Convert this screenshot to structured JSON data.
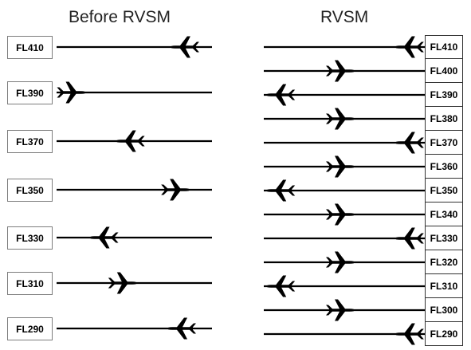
{
  "left_title": "Before RVSM",
  "right_title": "RVSM",
  "left_levels": [
    {
      "label": "FL410",
      "dir": "left",
      "pos": 0.82
    },
    {
      "label": "FL390",
      "dir": "right",
      "pos": 0.1
    },
    {
      "label": "FL370",
      "dir": "left",
      "pos": 0.47
    },
    {
      "label": "FL350",
      "dir": "right",
      "pos": 0.77
    },
    {
      "label": "FL330",
      "dir": "left",
      "pos": 0.3
    },
    {
      "label": "FL310",
      "dir": "right",
      "pos": 0.43
    },
    {
      "label": "FL290",
      "dir": "left",
      "pos": 0.8
    }
  ],
  "right_levels": [
    {
      "label": "FL410",
      "dir": "left",
      "pos": 0.9
    },
    {
      "label": "FL400",
      "dir": "right",
      "pos": 0.48
    },
    {
      "label": "FL390",
      "dir": "left",
      "pos": 0.1
    },
    {
      "label": "FL380",
      "dir": "right",
      "pos": 0.48
    },
    {
      "label": "FL370",
      "dir": "left",
      "pos": 0.9
    },
    {
      "label": "FL360",
      "dir": "right",
      "pos": 0.48
    },
    {
      "label": "FL350",
      "dir": "left",
      "pos": 0.1
    },
    {
      "label": "FL340",
      "dir": "right",
      "pos": 0.48
    },
    {
      "label": "FL330",
      "dir": "left",
      "pos": 0.9
    },
    {
      "label": "FL320",
      "dir": "right",
      "pos": 0.48
    },
    {
      "label": "FL310",
      "dir": "left",
      "pos": 0.1
    },
    {
      "label": "FL300",
      "dir": "right",
      "pos": 0.48
    },
    {
      "label": "FL290",
      "dir": "left",
      "pos": 0.9
    }
  ],
  "colors": {
    "line": "#000000",
    "aircraft": "#000000"
  },
  "icon": "aircraft-icon"
}
